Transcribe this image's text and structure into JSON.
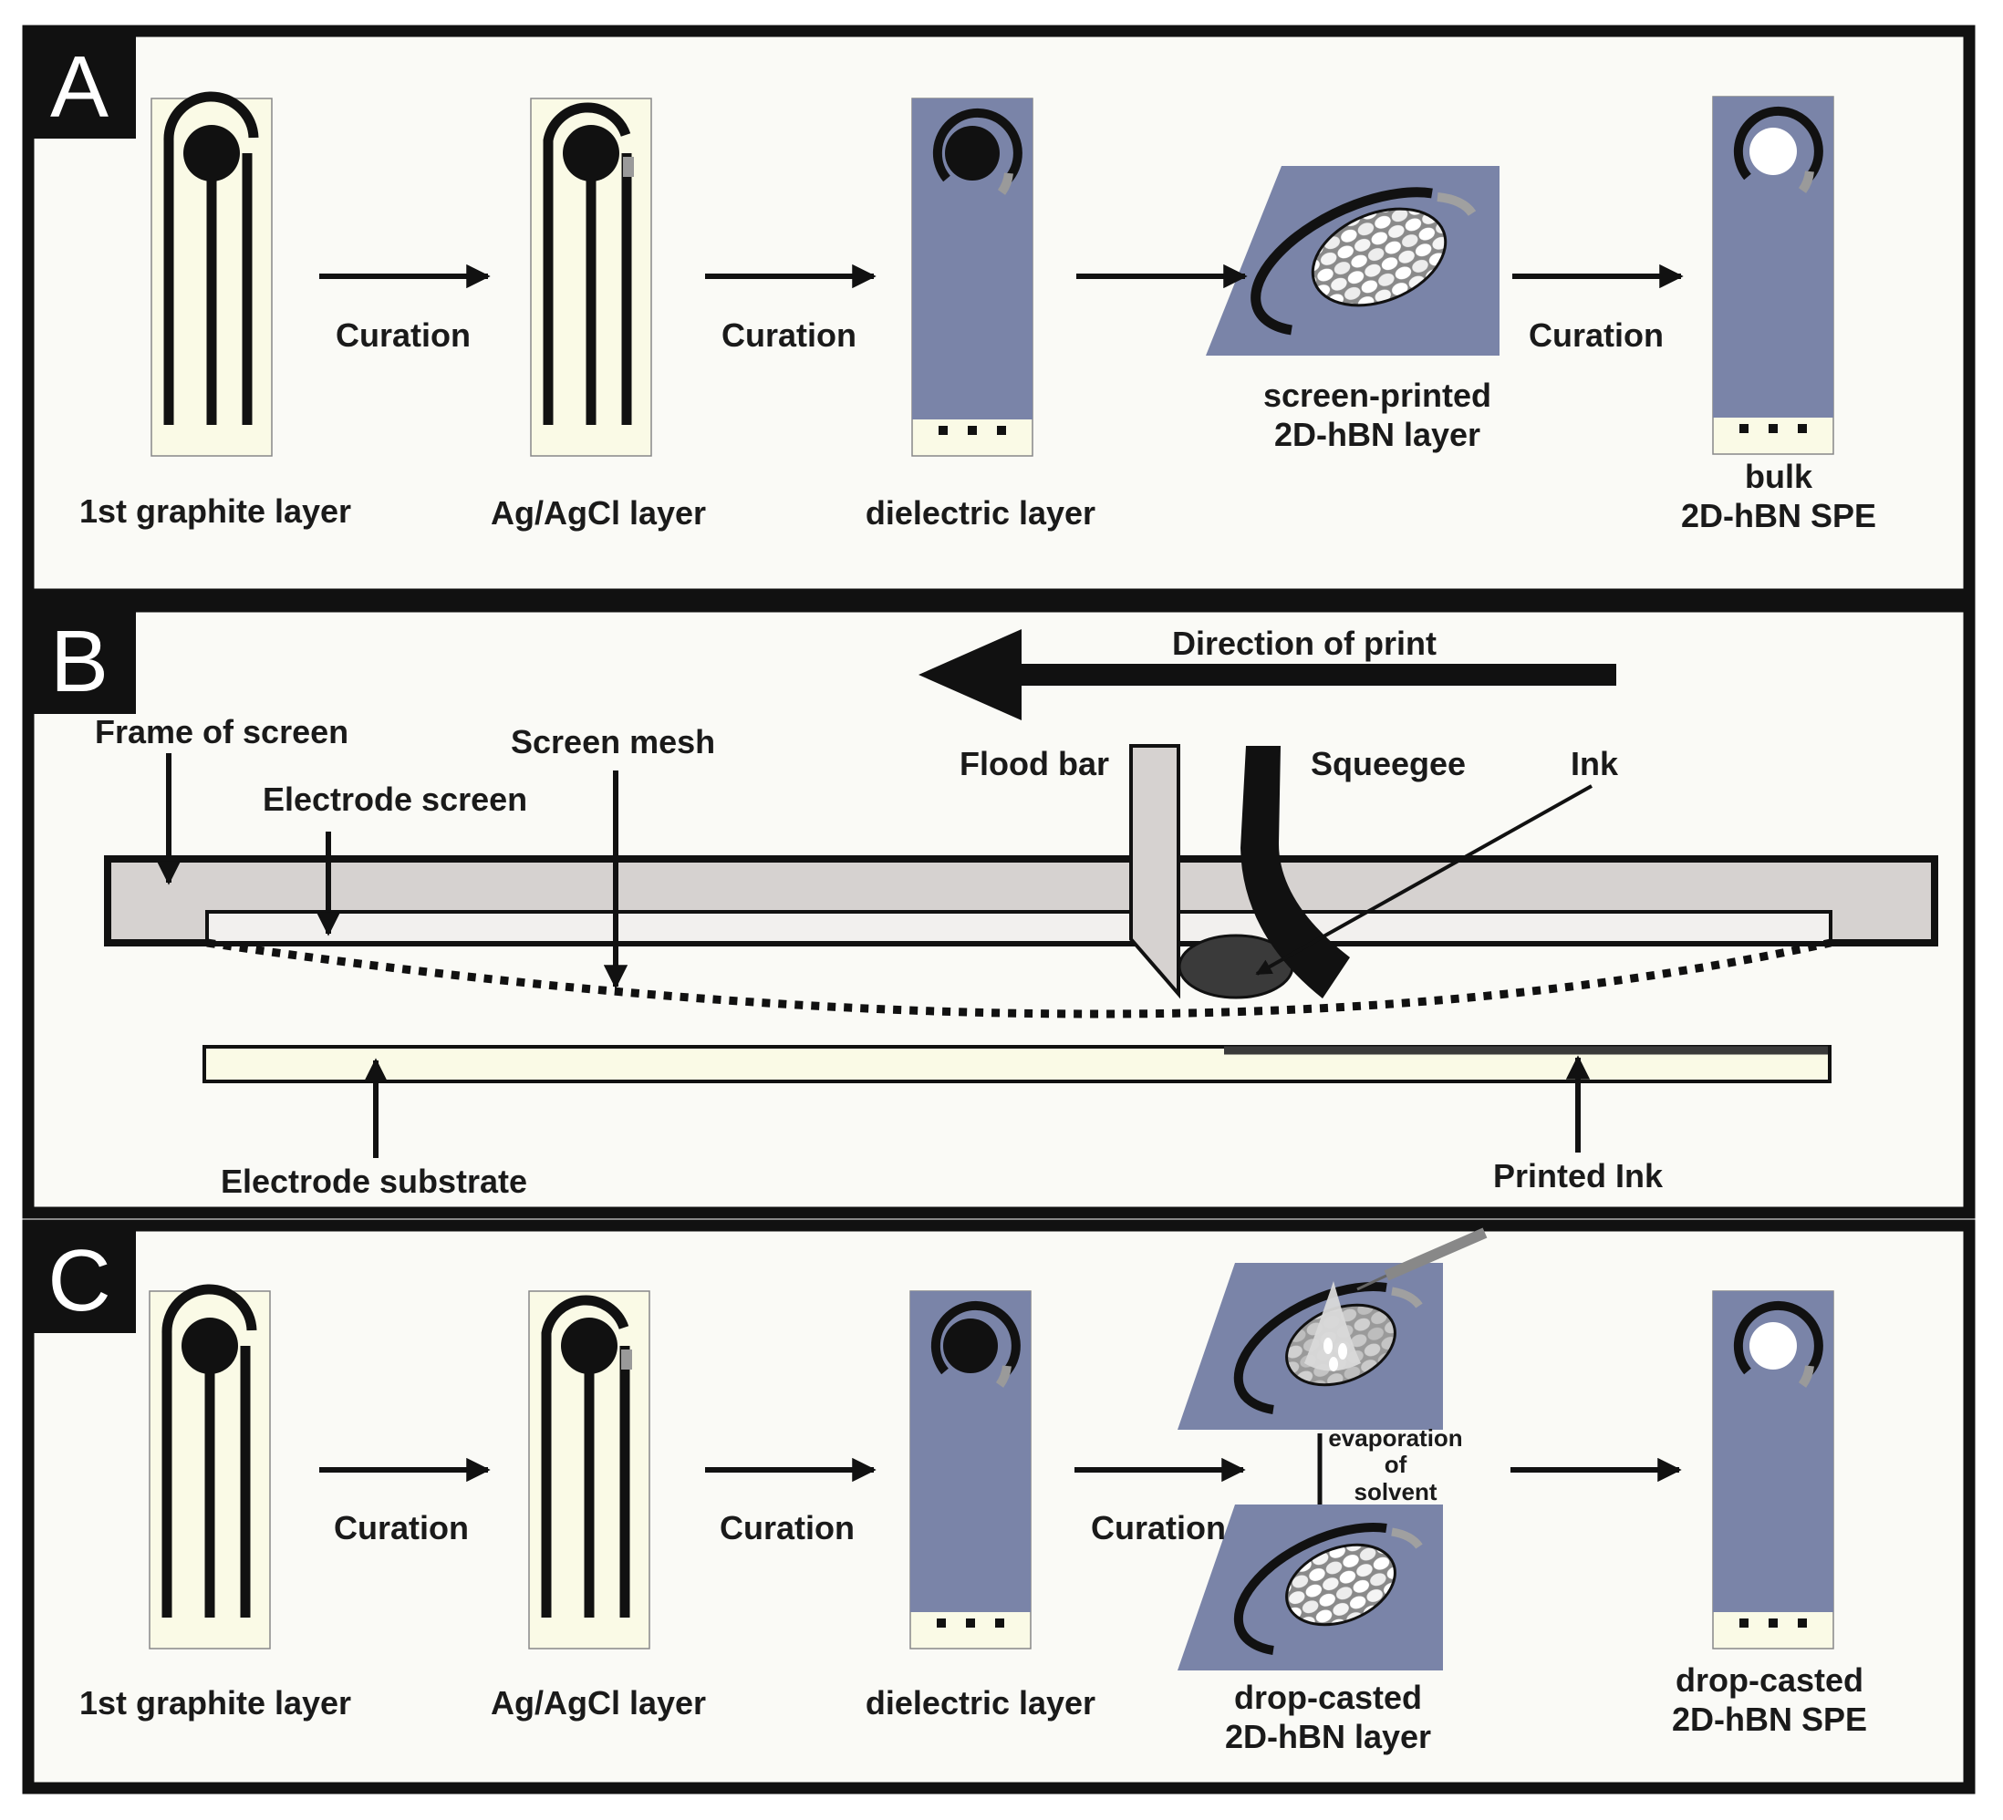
{
  "panels": {
    "a": {
      "letter": "A",
      "arrow_labels": [
        "Curation",
        "Curation",
        "Curation"
      ],
      "steps": {
        "graphite": "1st graphite layer",
        "agagcl": "Ag/AgCl layer",
        "dielectric": "dielectric layer",
        "printed_1": "screen-printed",
        "printed_2": "2D-hBN layer",
        "spe_1": "bulk",
        "spe_2": "2D-hBN SPE"
      }
    },
    "b": {
      "letter": "B",
      "labels": {
        "direction": "Direction of print",
        "frame": "Frame of screen",
        "mesh": "Screen mesh",
        "electrode_screen": "Electrode screen",
        "flood_bar": "Flood bar",
        "squeegee": "Squeegee",
        "ink": "Ink",
        "substrate": "Electrode substrate",
        "printed_ink": "Printed Ink"
      }
    },
    "c": {
      "letter": "C",
      "arrow_labels": [
        "Curation",
        "Curation",
        "Curation"
      ],
      "steps": {
        "graphite": "1st graphite layer",
        "agagcl": "Ag/AgCl layer",
        "dielectric": "dielectric layer",
        "evap_1": "evaporation",
        "evap_2": "of",
        "evap_3": "solvent",
        "cast_1": "drop-casted",
        "cast_2": "2D-hBN layer",
        "spe_1": "drop-casted",
        "spe_2": "2D-hBN SPE"
      }
    }
  },
  "colors": {
    "cream": "#fafae6",
    "dielectric": "#7a84a8",
    "frame_grey": "#d6d2d0",
    "ink_dark": "#3a3a3a",
    "black": "#111111"
  }
}
